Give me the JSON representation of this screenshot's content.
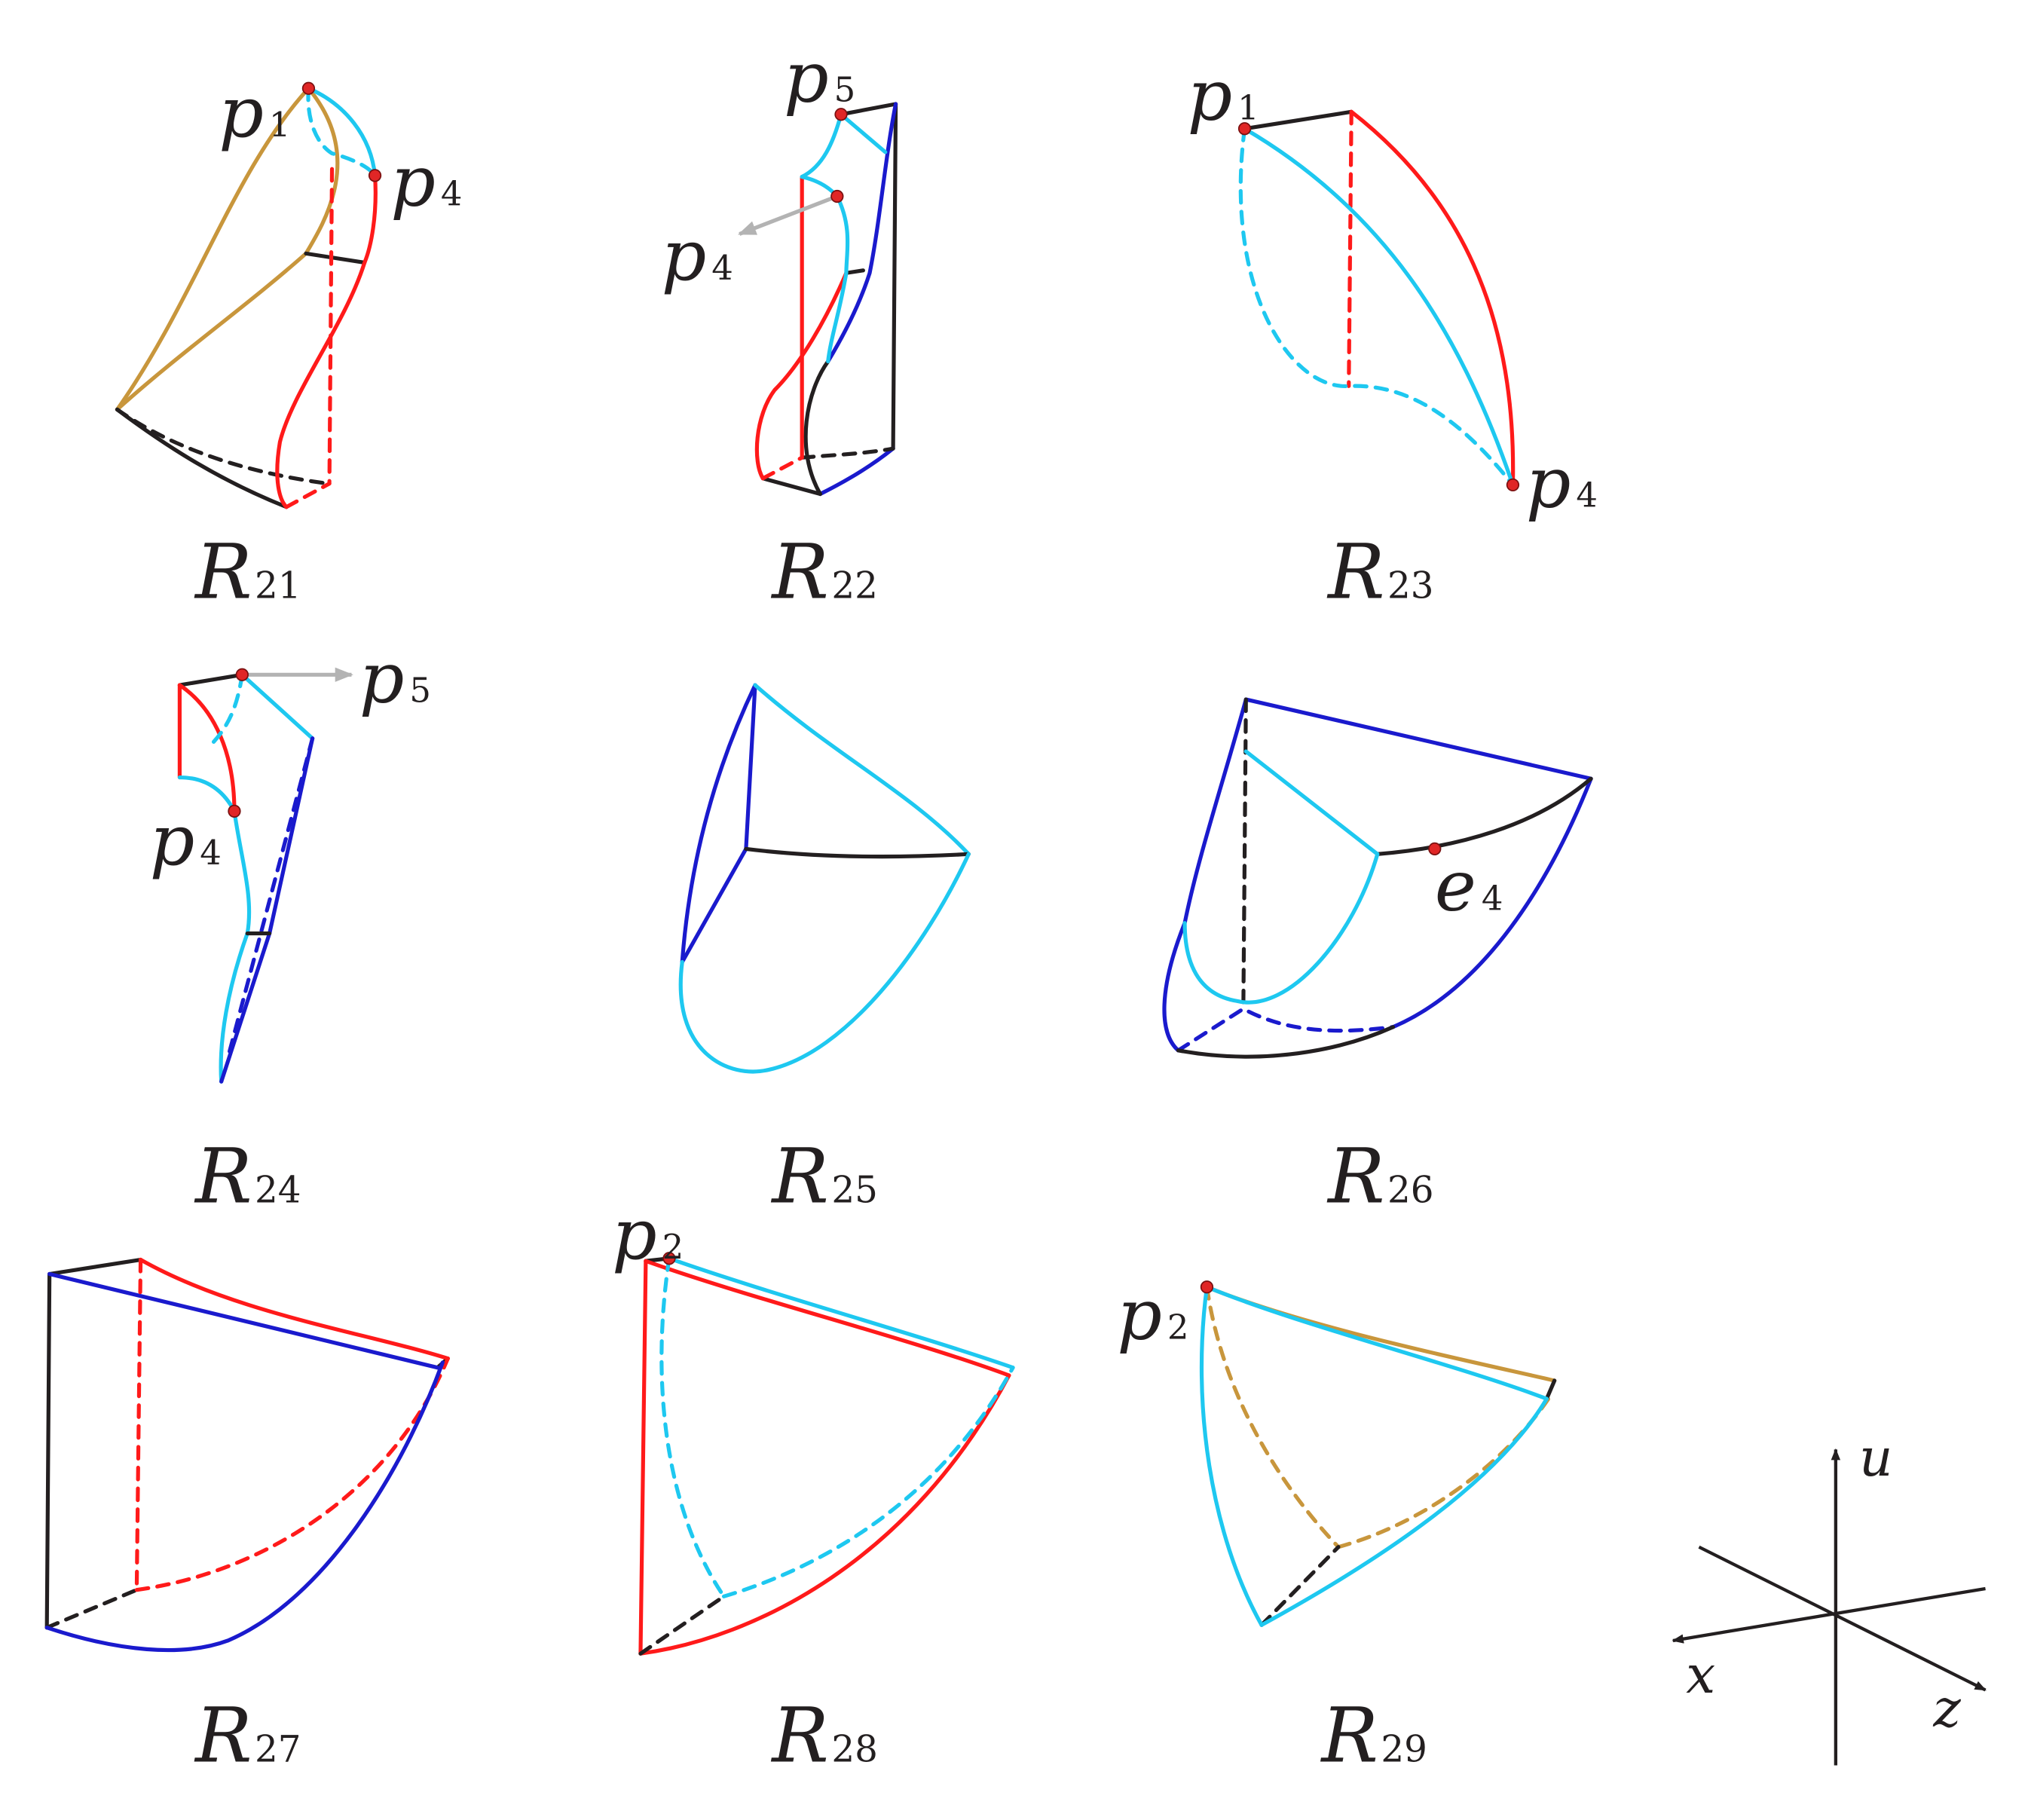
{
  "colors": {
    "black": "#231f20",
    "red": "#ff1a1a",
    "cyan": "#1ec8f0",
    "blue": "#1a1acd",
    "gold": "#c8963c",
    "gray": "#b3b3b3",
    "point": "#e02626"
  },
  "panels": [
    {
      "id": "r21",
      "label": {
        "main": "R",
        "sub": "21"
      },
      "points": [
        {
          "main": "p",
          "sub": "1"
        },
        {
          "main": "p",
          "sub": "4"
        }
      ]
    },
    {
      "id": "r22",
      "label": {
        "main": "R",
        "sub": "22"
      },
      "points": [
        {
          "main": "p",
          "sub": "5"
        },
        {
          "main": "p",
          "sub": "4"
        }
      ]
    },
    {
      "id": "r23",
      "label": {
        "main": "R",
        "sub": "23"
      },
      "points": [
        {
          "main": "p",
          "sub": "1"
        },
        {
          "main": "p",
          "sub": "4"
        }
      ]
    },
    {
      "id": "r24",
      "label": {
        "main": "R",
        "sub": "24"
      },
      "points": [
        {
          "main": "p",
          "sub": "5"
        },
        {
          "main": "p",
          "sub": "4"
        }
      ]
    },
    {
      "id": "r25",
      "label": {
        "main": "R",
        "sub": "25"
      },
      "points": []
    },
    {
      "id": "r26",
      "label": {
        "main": "R",
        "sub": "26"
      },
      "points": [
        {
          "main": "e",
          "sub": "4"
        }
      ]
    },
    {
      "id": "r27",
      "label": {
        "main": "R",
        "sub": "27"
      },
      "points": []
    },
    {
      "id": "r28",
      "label": {
        "main": "R",
        "sub": "28"
      },
      "points": [
        {
          "main": "p",
          "sub": "2"
        }
      ]
    },
    {
      "id": "r29",
      "label": {
        "main": "R",
        "sub": "29"
      },
      "points": [
        {
          "main": "p",
          "sub": "2"
        }
      ]
    }
  ],
  "axes": {
    "x": "x",
    "u": "u",
    "z": "z"
  }
}
